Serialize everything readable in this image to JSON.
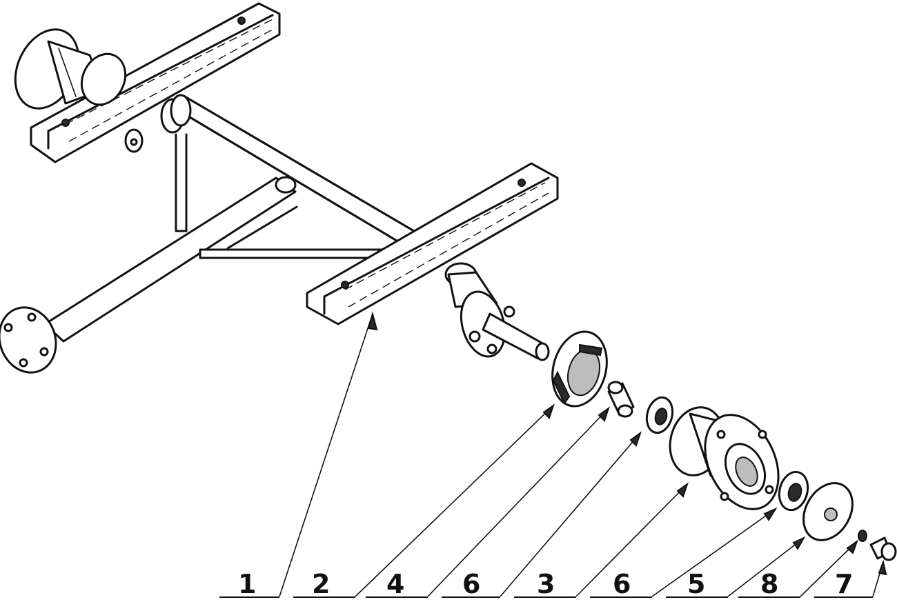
{
  "callouts": [
    {
      "id": "c1",
      "label": "1"
    },
    {
      "id": "c2",
      "label": "2"
    },
    {
      "id": "c3",
      "label": "4"
    },
    {
      "id": "c4",
      "label": "6"
    },
    {
      "id": "c5",
      "label": "3"
    },
    {
      "id": "c6",
      "label": "6"
    },
    {
      "id": "c7",
      "label": "5"
    },
    {
      "id": "c8",
      "label": "8"
    },
    {
      "id": "c9",
      "label": "7"
    }
  ]
}
